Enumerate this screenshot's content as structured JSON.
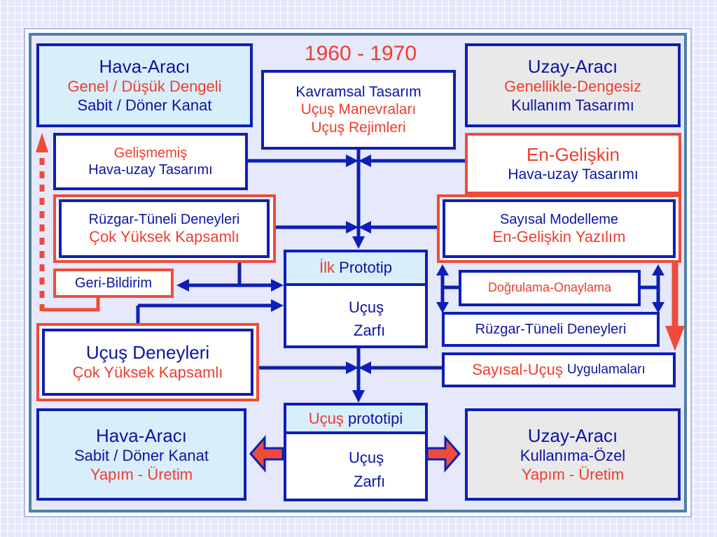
{
  "colors": {
    "blue": "#0d1fb5",
    "red": "#ef4b3a",
    "panel": "#e6e8fb",
    "light_blue": "#d8eefb",
    "grey": "#e9e9e9",
    "envelope": "#dcb0f4"
  },
  "period": "1960 - 1970",
  "top_left": {
    "title": "Hava-Aracı",
    "line1": "Genel / Düşük Dengeli",
    "line2": "Sabit / Döner Kanat"
  },
  "top_center": {
    "line1": "Kavramsal Tasarım",
    "line2": "Uçuş Manevraları",
    "line3": "Uçuş Rejimleri"
  },
  "top_right": {
    "title": "Uzay-Aracı",
    "line1": "Genellikle-Dengesiz",
    "line2": "Kullanım Tasarımı"
  },
  "undeveloped": {
    "line1": "Gelişmemiş",
    "line2": "Hava-uzay Tasarımı"
  },
  "advanced": {
    "line1": "En-Gelişkin",
    "line2": "Hava-uzay Tasarımı"
  },
  "wind_tunnel_left": {
    "line1": "Rüzgar-Tüneli Deneyleri",
    "line2": "Çok Yüksek Kapsamlı"
  },
  "numerical": {
    "line1": "Sayısal Modelleme",
    "line2": "En-Gelişkin Yazılım"
  },
  "feedback": "Geri-Bildirim",
  "first_prototype": {
    "word1": "İlk",
    "word2": "Prototip",
    "env1": "Uçuş",
    "env2": "Zarfı"
  },
  "verification": "Doğrulama-Onaylama",
  "wind_tunnel_right": "Rüzgar-Tüneli Deneyleri",
  "flight_tests": {
    "line1": "Uçuş Deneyleri",
    "line2": "Çok Yüksek Kapsamlı"
  },
  "numerical_flight": {
    "part1": "Sayısal-Uçuş",
    "part2": "Uygulamaları"
  },
  "flight_prototype": {
    "word1": "Uçuş",
    "word2": "prototipi",
    "env1": "Uçuş",
    "env2": "Zarfı"
  },
  "bottom_left": {
    "title": "Hava-Aracı",
    "line1": "Sabit / Döner Kanat",
    "line2": "Yapım - Üretim"
  },
  "bottom_right": {
    "title": "Uzay-Aracı",
    "line1": "Kullanıma-Özel",
    "line2": "Yapım - Üretim"
  }
}
